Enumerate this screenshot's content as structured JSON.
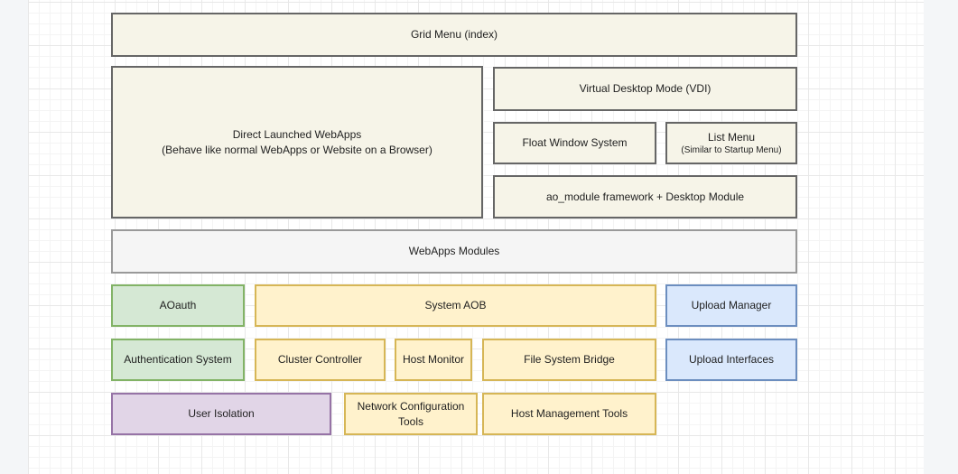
{
  "canvas": {
    "background_color": "#ffffff",
    "margin_color": "#f4f6f8",
    "grid_minor_color": "#f4f4f4",
    "grid_major_color": "#e8e8e8"
  },
  "palette": {
    "cream_fill": "#f6f4e8",
    "cream_border": "#666666",
    "gray_fill": "#f5f5f5",
    "gray_border": "#999999",
    "green_fill": "#d5e8d4",
    "green_border": "#82b366",
    "yellow_fill": "#fff2cc",
    "yellow_border": "#d6b656",
    "blue_fill": "#dae8fc",
    "blue_border": "#6c8ebf",
    "purple_fill": "#e1d5e7",
    "purple_border": "#9673a6"
  },
  "diagram": {
    "nodes": [
      {
        "id": "grid-menu",
        "label": "Grid Menu (index)",
        "color": "cream"
      },
      {
        "id": "direct-webapps",
        "label": "Direct Launched WebApps",
        "sublabel": "(Behave like normal WebApps or Website on a Browser)",
        "color": "cream"
      },
      {
        "id": "vdi",
        "label": "Virtual Desktop Mode (VDI)",
        "color": "cream"
      },
      {
        "id": "float-window",
        "label": "Float Window System",
        "color": "cream"
      },
      {
        "id": "list-menu",
        "label": "List Menu",
        "sublabel": "(Similar to Startup Menu)",
        "color": "cream"
      },
      {
        "id": "ao-module",
        "label": "ao_module framework + Desktop Module",
        "color": "cream"
      },
      {
        "id": "webapps-modules",
        "label": "WebApps Modules",
        "color": "gray"
      },
      {
        "id": "aoauth",
        "label": "AOauth",
        "color": "green"
      },
      {
        "id": "system-aob",
        "label": "System AOB",
        "color": "yellow"
      },
      {
        "id": "upload-manager",
        "label": "Upload Manager",
        "color": "blue"
      },
      {
        "id": "auth-system",
        "label": "Authentication System",
        "color": "green"
      },
      {
        "id": "cluster-controller",
        "label": "Cluster Controller",
        "color": "yellow"
      },
      {
        "id": "host-monitor",
        "label": "Host Monitor",
        "color": "yellow"
      },
      {
        "id": "fs-bridge",
        "label": "File System Bridge",
        "color": "yellow"
      },
      {
        "id": "upload-interfaces",
        "label": "Upload Interfaces",
        "color": "blue"
      },
      {
        "id": "user-isolation",
        "label": "User Isolation",
        "color": "purple"
      },
      {
        "id": "network-config",
        "label": "Network Configuration Tools",
        "color": "yellow"
      },
      {
        "id": "host-mgmt",
        "label": "Host Management Tools",
        "color": "yellow"
      }
    ]
  }
}
